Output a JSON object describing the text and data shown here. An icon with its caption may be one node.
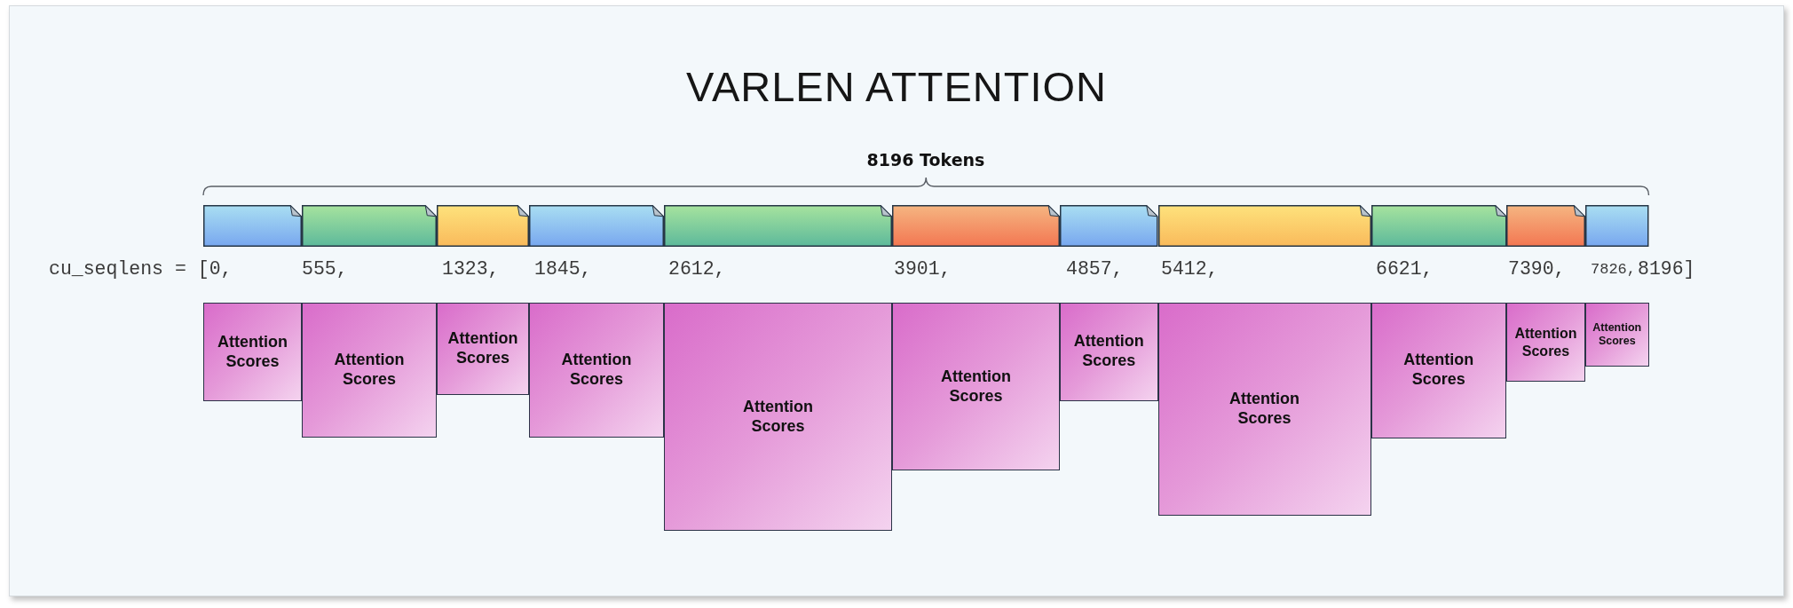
{
  "diagram": {
    "title": "VARLEN ATTENTION",
    "nodes": [
      {
        "text": [],
        "shape": "box"
      },
      {
        "text": [],
        "shape": "box"
      },
      {
        "text": [],
        "shape": "box"
      },
      {
        "text": [],
        "shape": "box"
      },
      {
        "text": [],
        "shape": "box"
      },
      {
        "text": [],
        "shape": "box"
      },
      {
        "text": [],
        "shape": "box"
      },
      {
        "text": [],
        "shape": "box"
      },
      {
        "text": [],
        "shape": "box"
      },
      {
        "text": [],
        "shape": "box"
      },
      {
        "text": [],
        "shape": "box"
      },
      {
        "text": [
          "Attention Scores"
        ]
      },
      {
        "text": [
          "Attention Scores"
        ]
      },
      {
        "text": [
          "Attention Scores"
        ]
      },
      {
        "text": [
          "Attention Scores"
        ]
      },
      {
        "text": [
          "Attention Scores"
        ]
      },
      {
        "text": [
          "Attention Scores"
        ]
      },
      {
        "text": [
          "Attention Scores"
        ]
      },
      {
        "text": [
          "Attention Scores"
        ]
      },
      {
        "text": [
          "Attention Scores"
        ]
      },
      {
        "text": [
          "Attention Scores"
        ]
      },
      {
        "text": [
          "Attention Scores"
        ]
      }
    ],
    "labels": [
      "8196 Tokens",
      "cu_seqlens = [0,",
      "555,",
      "1323,",
      "1845,",
      "2612,",
      "3901,",
      "4857,",
      "5412,",
      "6621,",
      "7390,",
      "7826,",
      "8196]"
    ]
  }
}
